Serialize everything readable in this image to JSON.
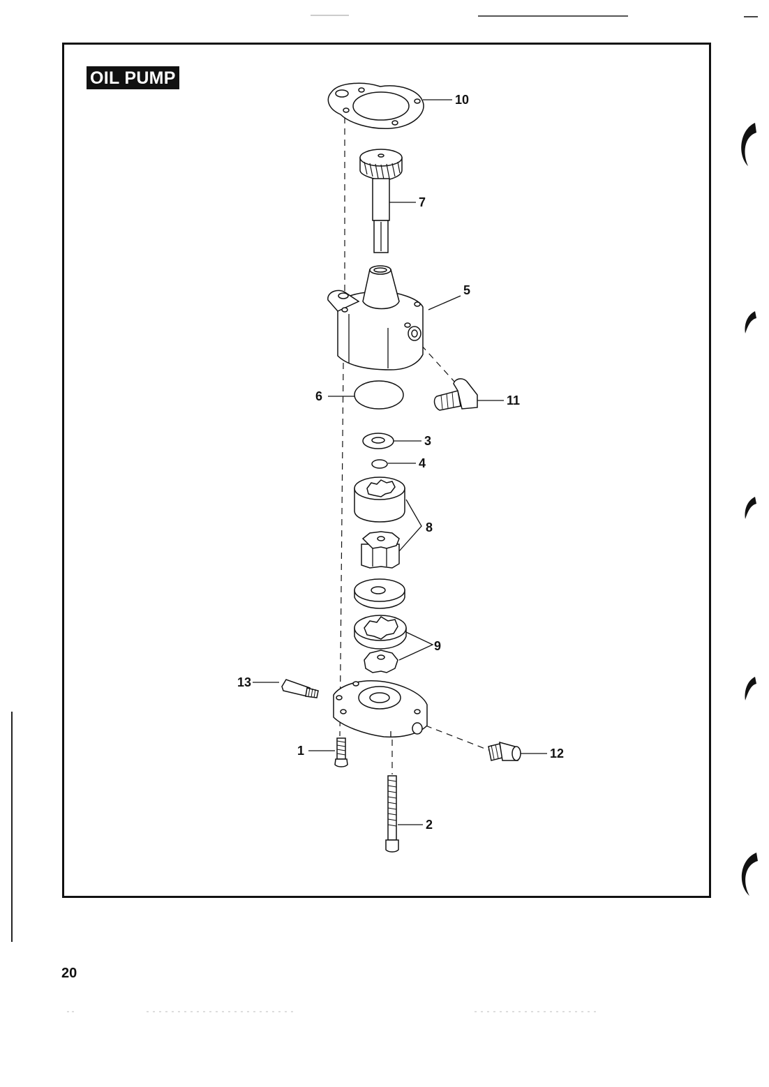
{
  "title": "OIL PUMP",
  "page_number": "20",
  "callouts": {
    "c1": "1",
    "c2": "2",
    "c3": "3",
    "c4": "4",
    "c5": "5",
    "c6": "6",
    "c7": "7",
    "c8": "8",
    "c9": "9",
    "c10": "10",
    "c11": "11",
    "c12": "12",
    "c13": "13"
  }
}
